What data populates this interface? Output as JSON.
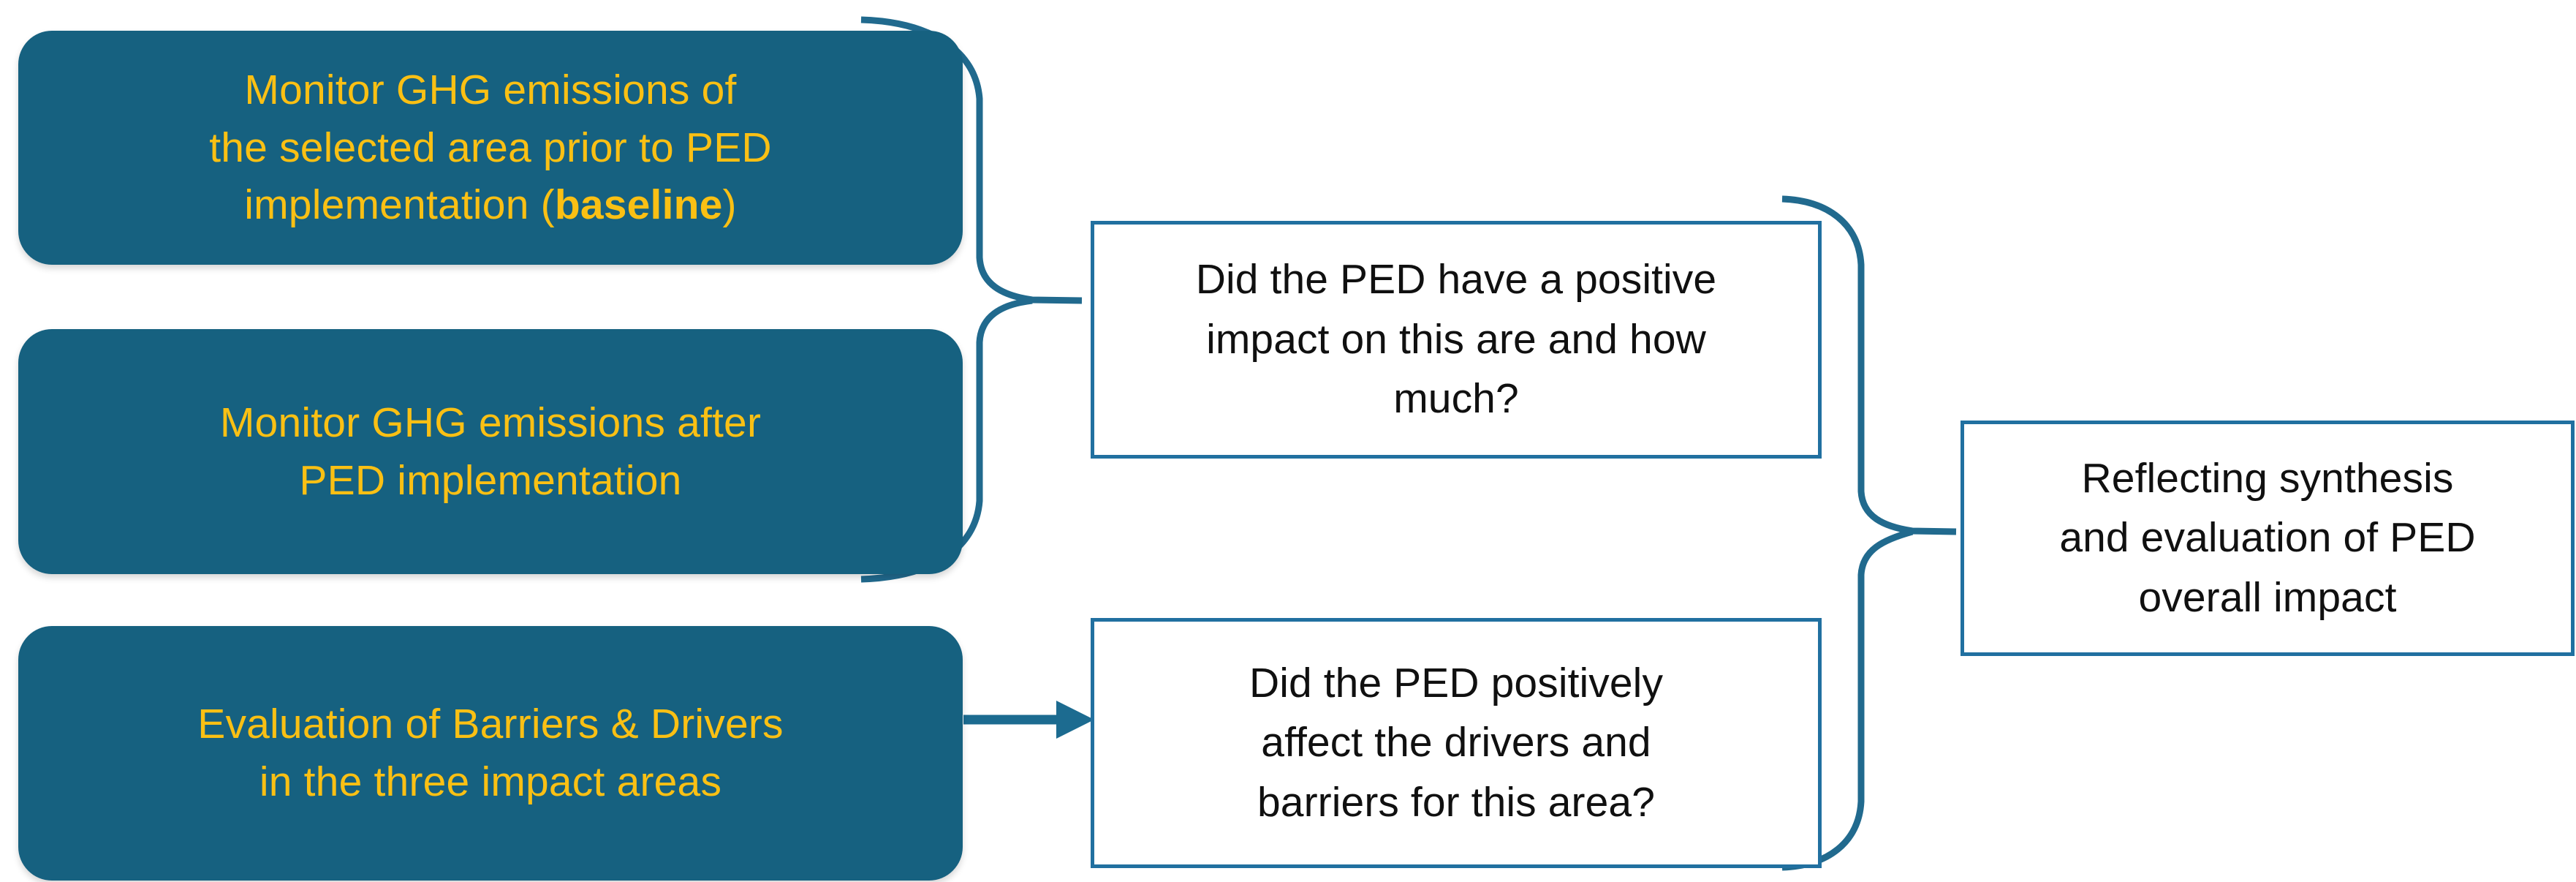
{
  "diagram": {
    "title": "PED impact monitoring and evaluation flow",
    "type": "flowchart",
    "colors": {
      "node_fill_teal": "#166180",
      "node_text_yellow": "#FAC014",
      "node_fill_white": "#FFFFFF",
      "node_border_blue": "#2170A0",
      "connector_blue": "#216A8E",
      "background": "#FFFFFF",
      "question_text": "#101010"
    }
  },
  "nodes": {
    "baseline": {
      "label": "Monitor GHG emissions of\nthe selected area prior to PED\nimplementation (",
      "label_emphasis": "baseline",
      "label_tail": ")",
      "full_text": "Monitor GHG emissions of the selected area prior to PED implementation (baseline)",
      "style": "teal-rounded"
    },
    "after_implementation": {
      "label": "Monitor GHG emissions after\nPED implementation",
      "full_text": "Monitor GHG emissions after PED implementation",
      "style": "teal-rounded"
    },
    "barriers_drivers": {
      "label": "Evaluation of Barriers & Drivers\nin the three impact areas",
      "full_text": "Evaluation of Barriers & Drivers in the three impact areas",
      "style": "teal-rounded"
    },
    "question_impact": {
      "label": "Did the PED have a positive\nimpact on this are and how\nmuch?",
      "full_text": "Did the PED have a positive impact on this are and how much?",
      "style": "white-bordered"
    },
    "question_drivers": {
      "label": "Did the PED positively\naffect the drivers and\nbarriers for this area?",
      "full_text": "Did the PED positively affect the drivers and barriers for this area?",
      "style": "white-bordered"
    },
    "synthesis": {
      "label": "Reflecting synthesis\nand evaluation of PED\noverall impact",
      "full_text": "Reflecting synthesis and evaluation of PED overall impact",
      "style": "white-bordered"
    }
  },
  "connectors": [
    {
      "name": "brace-baseline-after-to-question-impact",
      "kind": "curly-brace",
      "from": [
        "baseline",
        "after_implementation"
      ],
      "to": "question_impact"
    },
    {
      "name": "arrow-barriers-to-question-drivers",
      "kind": "arrow",
      "from": "barriers_drivers",
      "to": "question_drivers"
    },
    {
      "name": "brace-questions-to-synthesis",
      "kind": "curly-brace",
      "from": [
        "question_impact",
        "question_drivers"
      ],
      "to": "synthesis"
    }
  ]
}
